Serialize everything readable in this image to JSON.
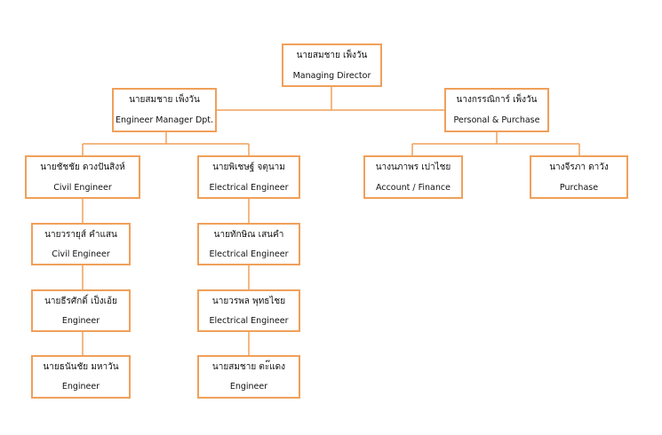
{
  "org_chart": {
    "managing_director": {
      "name": "นายสมชาย  เพ็งวัน",
      "role": "Managing Director"
    },
    "engineer_manager": {
      "name": "นายสมชาย  เพ็งวัน",
      "role": "Engineer Manager Dpt."
    },
    "personal_purchase": {
      "name": "นางกรรณิการ์  เพ็งวัน",
      "role": "Personal & Purchase"
    },
    "civil_lead": {
      "name": "นายชัชชัย  ดวงปันสิงห์",
      "role": "Civil  Engineer"
    },
    "electrical_lead": {
      "name": "นายพิเชษฐ์  จตุนาม",
      "role": "Electrical Engineer"
    },
    "account_finance": {
      "name": "นางนภาพร  เปาไชย",
      "role": "Account / Finance"
    },
    "purchase": {
      "name": "นางจีรภา  ดาวัง",
      "role": "Purchase"
    },
    "civil_2": {
      "name": "นายวรายุส์  คำแสน",
      "role": "Civil  Engineer"
    },
    "civil_3": {
      "name": "นายธีรศักดิ์  เป็งเอ้ย",
      "role": "Engineer"
    },
    "civil_4": {
      "name": "นายธนันชัย  มหาวัน",
      "role": "Engineer"
    },
    "electrical_2": {
      "name": "นายทักษิณ  เสนคำ",
      "role": "Electrical  Engineer"
    },
    "electrical_3": {
      "name": "นายวรพล  พุทธไชย",
      "role": "Electrical  Engineer"
    },
    "electrical_4": {
      "name": "นายสมชาย  ตะ๊แดง",
      "role": "Engineer"
    }
  }
}
